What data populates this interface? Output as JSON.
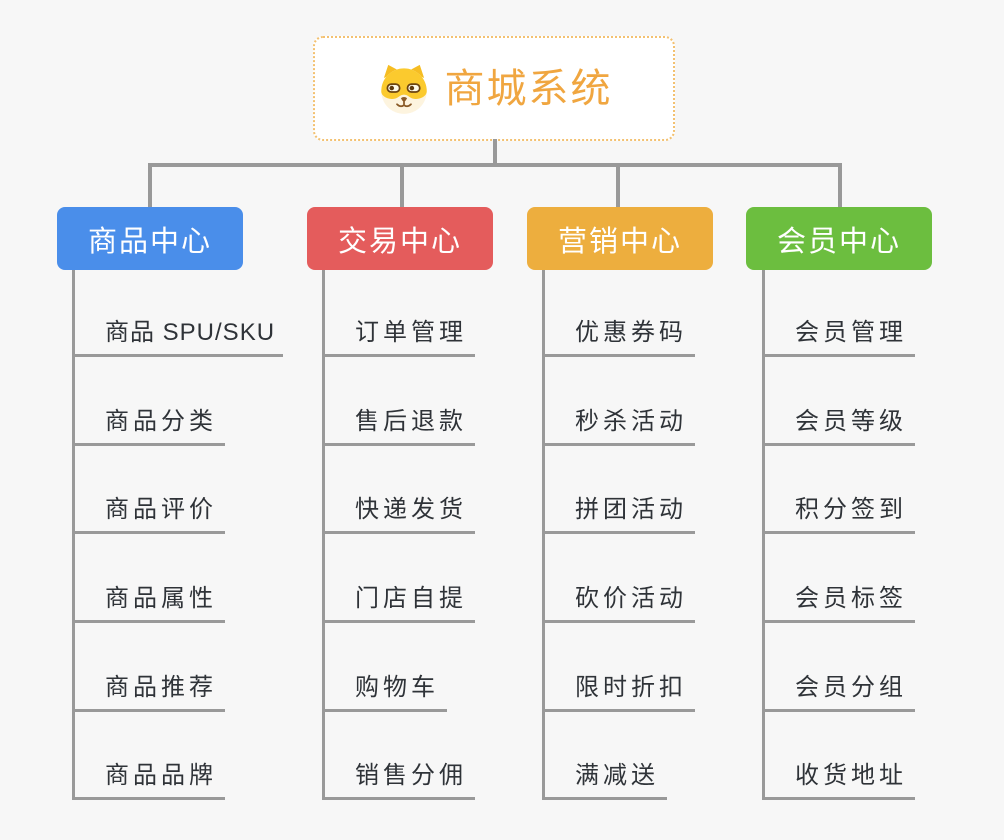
{
  "page": {
    "background_color": "#f7f7f7",
    "connector_color": "#999999"
  },
  "root": {
    "title": "商城系统",
    "icon": "dog-face-icon",
    "title_color": "#f0a640",
    "border_color": "#f3c171"
  },
  "branches": [
    {
      "label": "商品中心",
      "color": "#4a8eea",
      "items": [
        "商品 SPU/SKU",
        "商品分类",
        "商品评价",
        "商品属性",
        "商品推荐",
        "商品品牌"
      ]
    },
    {
      "label": "交易中心",
      "color": "#e45c5c",
      "items": [
        "订单管理",
        "售后退款",
        "快递发货",
        "门店自提",
        "购物车",
        "销售分佣"
      ]
    },
    {
      "label": "营销中心",
      "color": "#edae3e",
      "items": [
        "优惠券码",
        "秒杀活动",
        "拼团活动",
        "砍价活动",
        "限时折扣",
        "满减送"
      ]
    },
    {
      "label": "会员中心",
      "color": "#6cbe3f",
      "items": [
        "会员管理",
        "会员等级",
        "积分签到",
        "会员标签",
        "会员分组",
        "收货地址"
      ]
    }
  ]
}
